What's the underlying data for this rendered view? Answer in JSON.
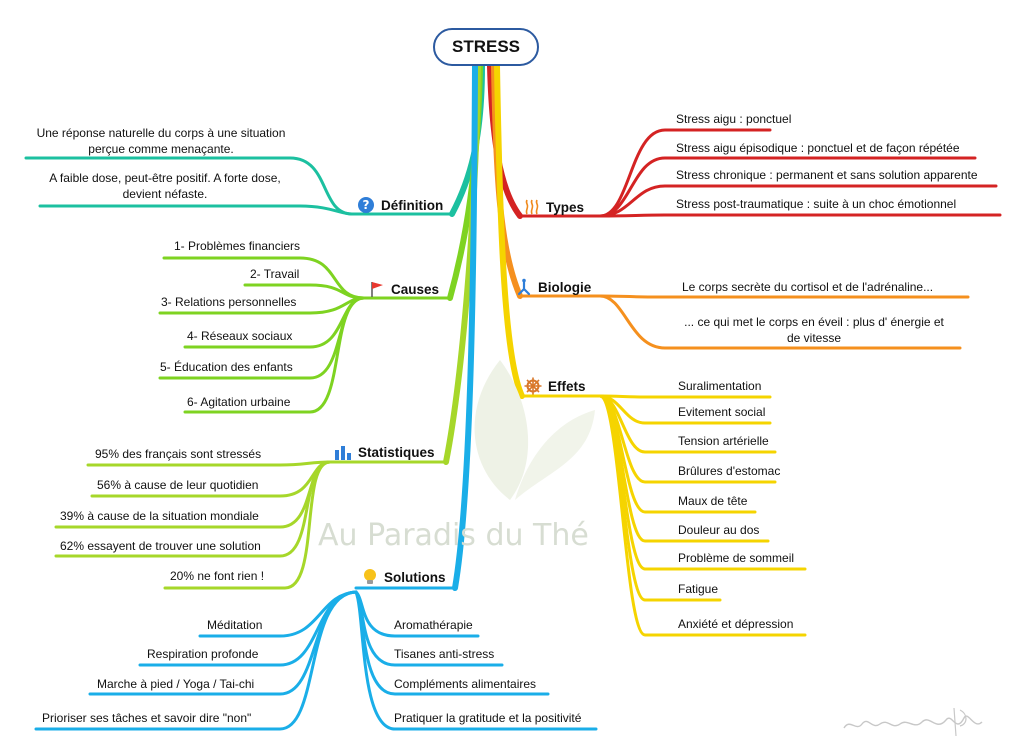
{
  "root": {
    "label": "STRESS"
  },
  "watermark": "Au Paradis du Thé",
  "colors": {
    "definition": "#1cc0a0",
    "causes": "#7ed321",
    "statistiques": "#a6d72a",
    "solutions": "#1aaee8",
    "types": "#d42323",
    "biologie": "#f5901e",
    "effets": "#f5d400",
    "root_border": "#2c5aa0"
  },
  "branches": {
    "definition": {
      "label": "Définition",
      "icon": "question-icon",
      "items": [
        "Une réponse naturelle du corps à une situation\nperçue comme menaçante.",
        "A faible dose, peut-être positif. A forte dose,\ndevient néfaste."
      ]
    },
    "causes": {
      "label": "Causes",
      "icon": "flag-icon",
      "items": [
        "1- Problèmes financiers",
        "2- Travail",
        "3- Relations personnelles",
        "4- Réseaux sociaux",
        "5- Éducation des enfants",
        "6- Agitation urbaine"
      ]
    },
    "statistiques": {
      "label": "Statistiques",
      "icon": "bar-chart-icon",
      "items": [
        "95% des français sont stressés",
        "56% à cause de leur quotidien",
        "39% à cause de la situation mondiale",
        "62% essayent de trouver une solution",
        "20% ne font rien !"
      ]
    },
    "solutions": {
      "label": "Solutions",
      "icon": "lightbulb-icon",
      "items_left": [
        "Méditation",
        "Respiration profonde",
        "Marche à pied / Yoga / Tai-chi",
        "Prioriser ses tâches et savoir dire \"non\""
      ],
      "items_right": [
        "Aromathérapie",
        "Tisanes anti-stress",
        "Compléments alimentaires",
        "Pratiquer la gratitude et la positivité"
      ]
    },
    "types": {
      "label": "Types",
      "icon": "heat-waves-icon",
      "items": [
        "Stress aigu : ponctuel",
        "Stress aigu épisodique : ponctuel et de façon répétée",
        "Stress chronique : permanent et sans solution apparente",
        "Stress post-traumatique : suite à un choc émotionnel"
      ]
    },
    "biologie": {
      "label": "Biologie",
      "icon": "molecule-icon",
      "items": [
        "Le corps secrète du cortisol et de l'adrénaline...",
        "... ce qui met le corps en éveil : plus d' énergie et\nde vitesse"
      ]
    },
    "effets": {
      "label": "Effets",
      "icon": "ship-wheel-icon",
      "items": [
        "Suralimentation",
        "Evitement social",
        "Tension artérielle",
        "Brûlures d'estomac",
        "Maux de tête",
        "Douleur au dos",
        "Problème de sommeil",
        "Fatigue",
        "Anxiété et dépression"
      ]
    }
  }
}
